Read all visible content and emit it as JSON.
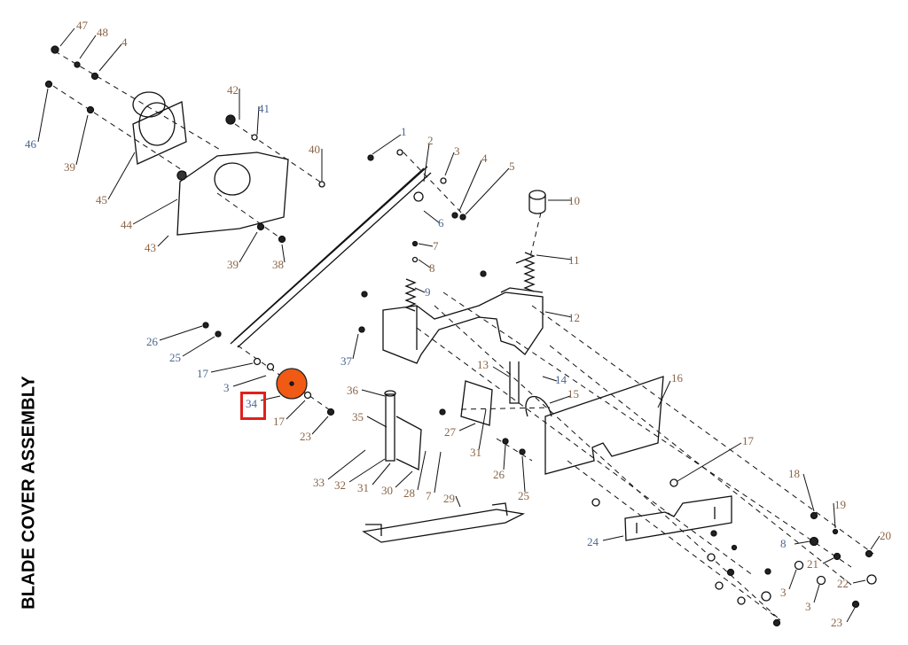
{
  "title": "BLADE COVER ASSEMBLY",
  "highlighted_part": "34",
  "colors": {
    "highlight_box": "#e0201c",
    "highlight_part": "#f05a14",
    "label_brown": "#8a6446",
    "label_blue": "#4a6690"
  },
  "labels": [
    "47",
    "48",
    "4",
    "46",
    "39",
    "45",
    "44",
    "43",
    "42",
    "41",
    "40",
    "39",
    "38",
    "1",
    "2",
    "3",
    "4",
    "5",
    "6",
    "7",
    "8",
    "9",
    "10",
    "11",
    "12",
    "13",
    "14",
    "15",
    "16",
    "17",
    "18",
    "19",
    "20",
    "21",
    "22",
    "23",
    "3",
    "3",
    "8",
    "24",
    "26",
    "25",
    "17",
    "3",
    "34",
    "17",
    "23",
    "37",
    "36",
    "35",
    "33",
    "32",
    "31",
    "30",
    "28",
    "7",
    "29",
    "27",
    "31",
    "26",
    "25"
  ]
}
